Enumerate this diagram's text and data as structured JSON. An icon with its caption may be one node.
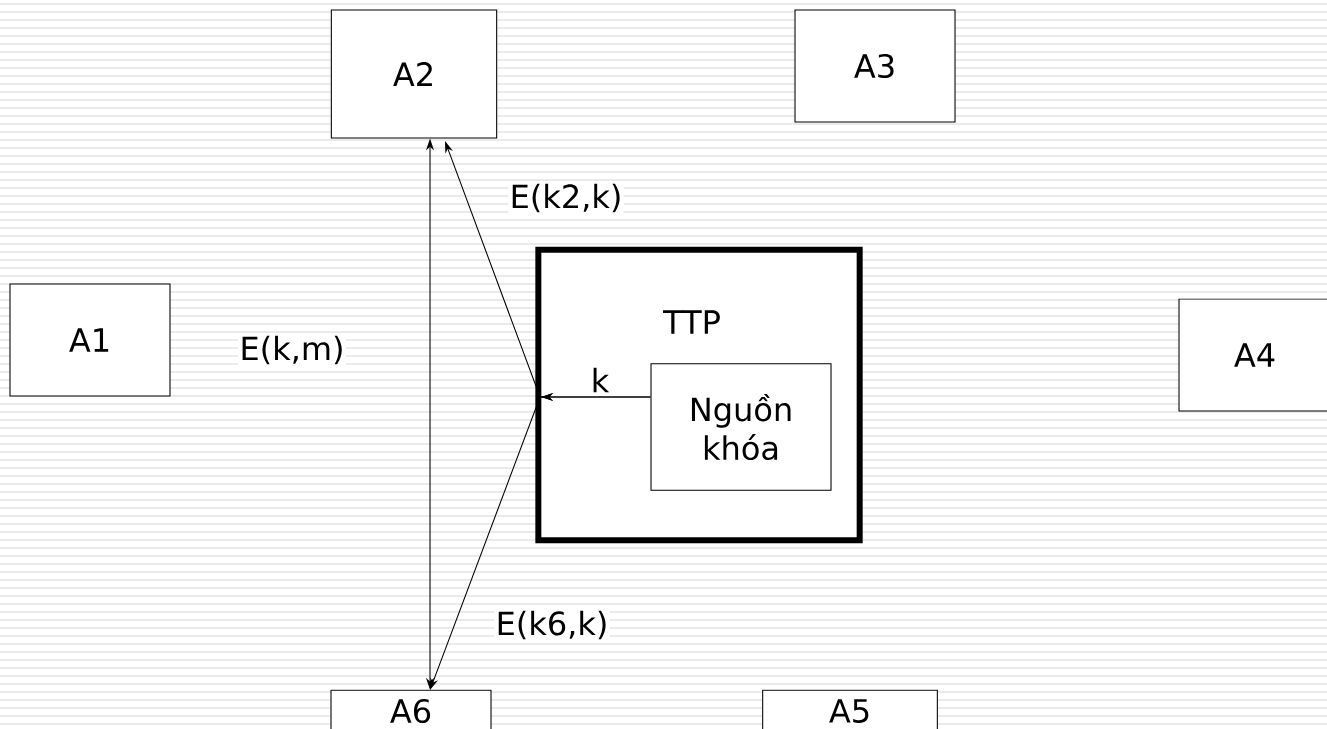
{
  "diagram": {
    "nodes": [
      {
        "text": [
          "A2"
        ]
      },
      {
        "text": [
          "A3"
        ]
      },
      {
        "text": [
          "A1"
        ]
      },
      {
        "text": [
          "TTP"
        ]
      },
      {
        "text": [
          "Nguồn khóa"
        ],
        "in": 3
      },
      {
        "text": [
          "A4"
        ]
      },
      {
        "text": [
          "A6"
        ]
      },
      {
        "text": [
          "A5"
        ]
      }
    ],
    "edges": [
      {
        "from": 0,
        "to": 6,
        "arrow": "both",
        "label": "E(k,m)"
      },
      {
        "from": 4,
        "to": 0,
        "arrow": "to",
        "label": "E(k2,k)"
      },
      {
        "from": 4,
        "to": 6,
        "arrow": "to",
        "label": "E(k6,k)"
      }
    ],
    "labels": [
      "k"
    ]
  }
}
